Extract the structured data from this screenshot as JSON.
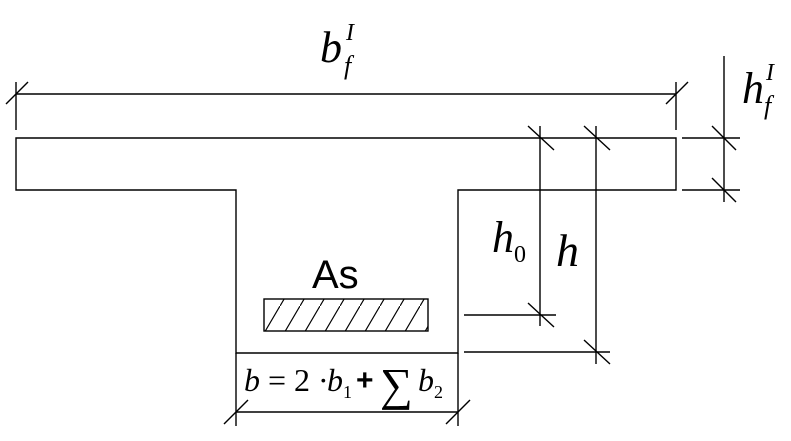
{
  "diagram": {
    "flange_width": {
      "main": "b",
      "sup": "I",
      "sub": "f"
    },
    "flange_height": {
      "main": "h",
      "sup": "I",
      "sub": "f"
    },
    "effective_depth": {
      "main": "h",
      "sub": "0"
    },
    "total_height": {
      "main": "h"
    },
    "reinforcement": "As",
    "web_width_formula": {
      "b": "b",
      "eq": "=",
      "two": "2",
      "dot": "·",
      "b1": "b",
      "b1_sub": "1",
      "plus": "+",
      "sigma": "∑",
      "b2": "b",
      "b2_sub": "2"
    }
  }
}
